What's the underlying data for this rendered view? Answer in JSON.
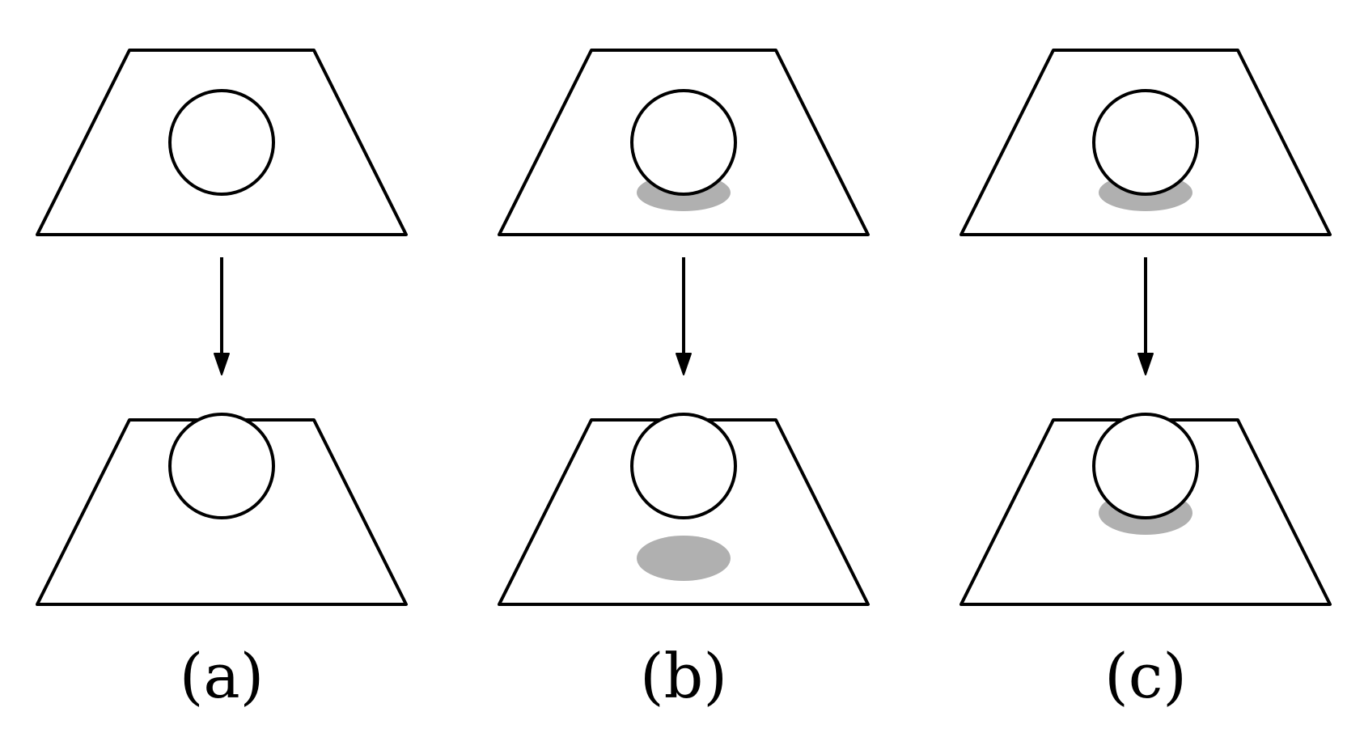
{
  "panels": [
    {
      "id": "a",
      "caption": "(a)",
      "shadow_before": false,
      "shadow_after": "none"
    },
    {
      "id": "b",
      "caption": "(b)",
      "shadow_before": true,
      "shadow_after": "left-behind"
    },
    {
      "id": "c",
      "caption": "(c)",
      "shadow_before": true,
      "shadow_after": "follows-ball"
    }
  ],
  "colors": {
    "outline": "#000000",
    "shadow": "#b0b0b0",
    "background": "#ffffff"
  }
}
